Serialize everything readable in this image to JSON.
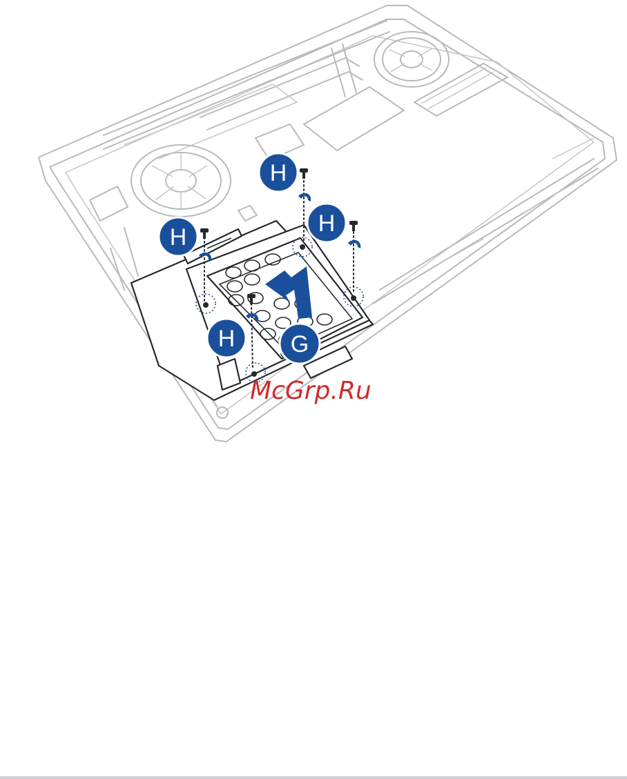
{
  "figure": {
    "colors": {
      "outline": "#b7b9bc",
      "drive": "#26282b",
      "badge": "#1a4f9c",
      "watermark": "#d12b2b"
    },
    "callouts": [
      {
        "label": "H"
      },
      {
        "label": "H"
      },
      {
        "label": "H"
      },
      {
        "label": "H"
      },
      {
        "label": "G"
      }
    ],
    "icons": [
      "screw-icon",
      "rotate-arrow-icon",
      "slide-arrow-icon"
    ],
    "watermark": "McGrp.Ru"
  }
}
